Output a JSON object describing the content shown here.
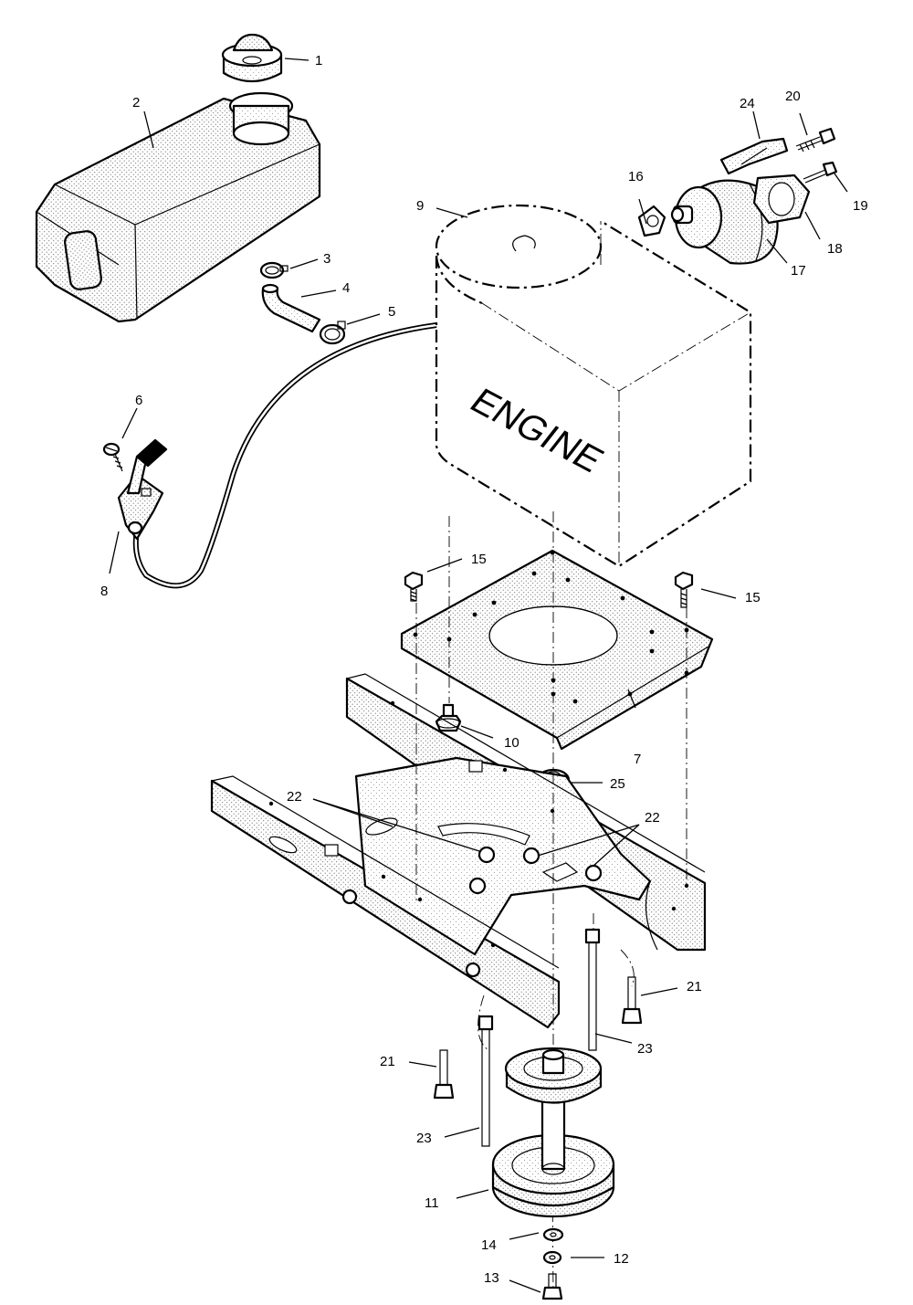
{
  "engine_block_label": "ENGINE",
  "callouts": [
    {
      "id": "c1",
      "text": "1"
    },
    {
      "id": "c2",
      "text": "2"
    },
    {
      "id": "c3",
      "text": "3"
    },
    {
      "id": "c4",
      "text": "4"
    },
    {
      "id": "c5",
      "text": "5"
    },
    {
      "id": "c6",
      "text": "6"
    },
    {
      "id": "c7",
      "text": "7"
    },
    {
      "id": "c8",
      "text": "8"
    },
    {
      "id": "c9",
      "text": "9"
    },
    {
      "id": "c10",
      "text": "10"
    },
    {
      "id": "c11",
      "text": "11"
    },
    {
      "id": "c12",
      "text": "12"
    },
    {
      "id": "c13",
      "text": "13"
    },
    {
      "id": "c14",
      "text": "14"
    },
    {
      "id": "c15a",
      "text": "15"
    },
    {
      "id": "c15b",
      "text": "15"
    },
    {
      "id": "c16",
      "text": "16"
    },
    {
      "id": "c17",
      "text": "17"
    },
    {
      "id": "c18",
      "text": "18"
    },
    {
      "id": "c19",
      "text": "19"
    },
    {
      "id": "c20",
      "text": "20"
    },
    {
      "id": "c21a",
      "text": "21"
    },
    {
      "id": "c21b",
      "text": "21"
    },
    {
      "id": "c22a",
      "text": "22"
    },
    {
      "id": "c22b",
      "text": "22"
    },
    {
      "id": "c23a",
      "text": "23"
    },
    {
      "id": "c23b",
      "text": "23"
    },
    {
      "id": "c24",
      "text": "24"
    },
    {
      "id": "c25",
      "text": "25"
    }
  ]
}
